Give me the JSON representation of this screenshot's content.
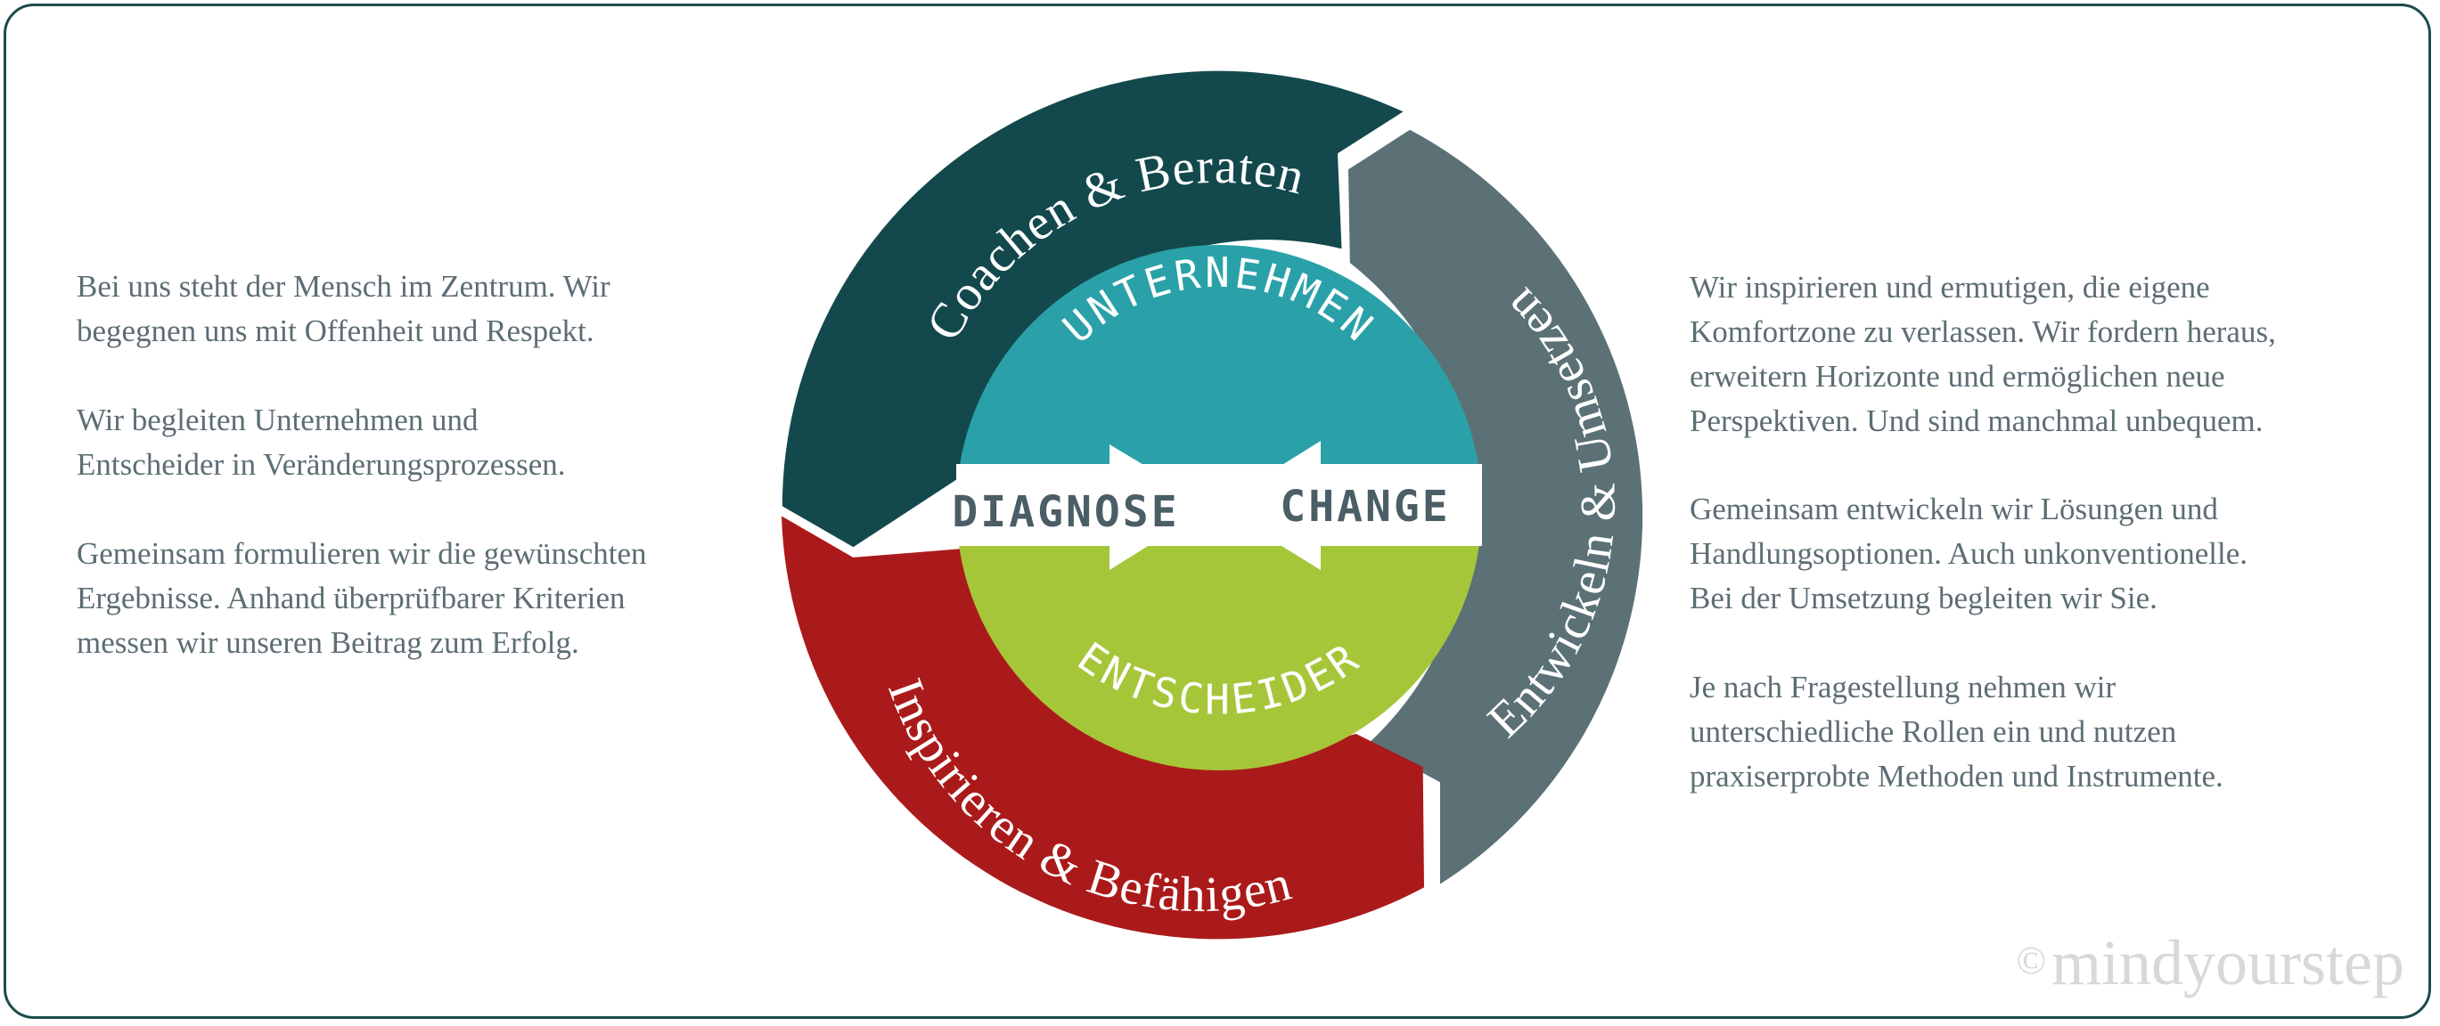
{
  "left_text": [
    "Bei uns steht der Mensch im Zentrum. Wir\nbegegnen uns mit Offenheit und Respekt.",
    "Wir begleiten Unternehmen und\nEntscheider in Veränderungsprozessen.",
    "Gemeinsam formulieren wir die gewünschten\nErgebnisse. Anhand überprüfbarer Kriterien\nmessen wir unseren Beitrag zum Erfolg."
  ],
  "right_text": [
    "Wir inspirieren und ermutigen, die eigene\nKomfortzone zu verlassen. Wir fordern heraus,\nerweitern Horizonte und ermöglichen neue\nPerspektiven. Und sind manchmal unbequem.",
    "Gemeinsam entwickeln wir Lösungen und\nHandlungsoptionen. Auch unkonventionelle.\nBei der Umsetzung begleiten wir Sie.",
    "Je nach Fragestellung nehmen wir\nunterschiedliche Rollen ein und nutzen\npraxiserprobte Methoden und Instrumente."
  ],
  "cycle": {
    "segments": [
      {
        "label": "Coachen & Beraten",
        "color": "#13494d"
      },
      {
        "label": "Entwickeln & Umsetzen",
        "color": "#5b7176"
      },
      {
        "label": "Inspirieren & Befähigen",
        "color": "#ab1a1a"
      }
    ]
  },
  "center": {
    "top_label": "UNTERNEHMEN",
    "bottom_label": "ENTSCHEIDER",
    "left_label": "DIAGNOSE",
    "right_label": "CHANGE",
    "top_color": "#2aa1a9",
    "bottom_color": "#a6c63a",
    "band_color": "#ffffff"
  },
  "brand": {
    "copyright": "©",
    "name": "mindyourstep"
  }
}
